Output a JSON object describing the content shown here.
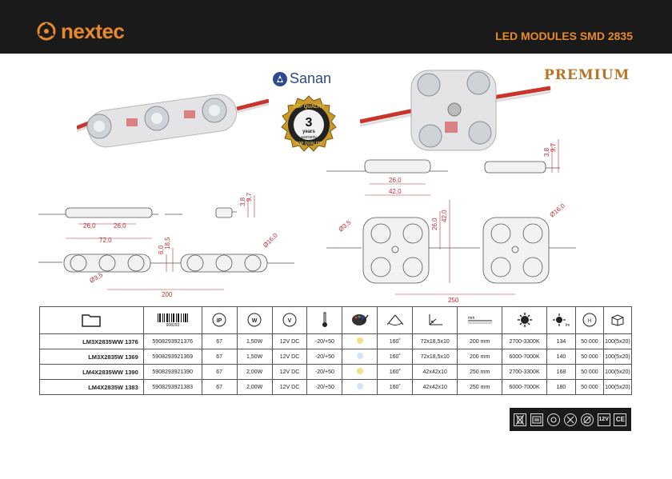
{
  "header": {
    "brand": "nextec",
    "title": "LED MODULES SMD 2835"
  },
  "premium_label": "PREMIUM",
  "chip_brand": "Sanan",
  "warranty_badge": {
    "top": "TOP QUALITY",
    "years": "3",
    "unit": "years",
    "word": "warranty",
    "bottom": "TOP QUALITY"
  },
  "barcode_digits": "908293",
  "drawings": {
    "three_led": {
      "pitch_left": "26,0",
      "pitch_right": "26,0",
      "overall": "72,0",
      "h_body": "3,8",
      "h_total": "9,7",
      "w_narrow": "6,0",
      "w_wide": "18,5",
      "lens": "Ø16,0",
      "hole": "Ø3,5",
      "spacing": "200"
    },
    "four_led": {
      "pitch": "26,0",
      "overall": "42,0",
      "h_body": "3,8",
      "h_total": "9,7",
      "v_pitch": "26,0",
      "v_overall": "42,0",
      "lens": "Ø16,0",
      "hole": "Ø3,5",
      "spacing": "250"
    }
  },
  "table": {
    "columns": [
      {
        "icon": "folder-icon",
        "label": ""
      },
      {
        "icon": "barcode-icon",
        "label": ""
      },
      {
        "icon": "ip-icon",
        "label": "IP"
      },
      {
        "icon": "power-icon",
        "label": "W"
      },
      {
        "icon": "voltage-icon",
        "label": "V"
      },
      {
        "icon": "thermometer-icon",
        "label": ""
      },
      {
        "icon": "palette-icon",
        "label": ""
      },
      {
        "icon": "beam-angle-icon",
        "label": ""
      },
      {
        "icon": "dimensions-icon",
        "label": ""
      },
      {
        "icon": "cable-length-icon",
        "label": "mm"
      },
      {
        "icon": "color-temp-icon",
        "label": ""
      },
      {
        "icon": "luminous-flux-icon",
        "label": "lm"
      },
      {
        "icon": "lifetime-icon",
        "label": "H"
      },
      {
        "icon": "package-icon",
        "label": ""
      }
    ],
    "rows": [
      {
        "name": "LM3X2835WW 1376",
        "ean": "5908293921376",
        "ip": "67",
        "power": "1,50W",
        "voltage": "12V DC",
        "temp": "-20/+50",
        "dot": "#f3e08a",
        "angle": "160˚",
        "size": "72x18,5x10",
        "cable": "200 mm",
        "cct": "2700-3300K",
        "lm": "134",
        "life": "50 000",
        "pack": "100(5x20)"
      },
      {
        "name": "LM3X2835W 1369",
        "ean": "5908293921369",
        "ip": "67",
        "power": "1,50W",
        "voltage": "12V DC",
        "temp": "-20/+50",
        "dot": "#cfe6f5",
        "angle": "160˚",
        "size": "72x18,5x10",
        "cable": "200 mm",
        "cct": "6000-7000K",
        "lm": "140",
        "life": "50 000",
        "pack": "100(5x20)"
      },
      {
        "name": "LM4X2835WW 1390",
        "ean": "5908293921390",
        "ip": "67",
        "power": "2,00W",
        "voltage": "12V DC",
        "temp": "-20/+50",
        "dot": "#f3e08a",
        "angle": "160˚",
        "size": "42x42x10",
        "cable": "250 mm",
        "cct": "2700-3300K",
        "lm": "168",
        "life": "50 000",
        "pack": "100(5x20)"
      },
      {
        "name": "LM4X2835W 1383",
        "ean": "5908293921383",
        "ip": "67",
        "power": "2,00W",
        "voltage": "12V DC",
        "temp": "-20/+50",
        "dot": "#cfe6f5",
        "angle": "160˚",
        "size": "42x42x10",
        "cable": "250 mm",
        "cct": "6000-7000K",
        "lm": "180",
        "life": "50 000",
        "pack": "100(5x20)"
      }
    ]
  },
  "certifications": [
    "weee-icon",
    "manual-icon",
    "rohs-icon",
    "no-mercury-icon",
    "no-uv-icon",
    "12V",
    "CE"
  ],
  "colors": {
    "header_bg": "#1a1a1a",
    "brand_orange": "#e88a2a",
    "premium_gold": "#b87526",
    "dimension_red": "#c03030"
  }
}
